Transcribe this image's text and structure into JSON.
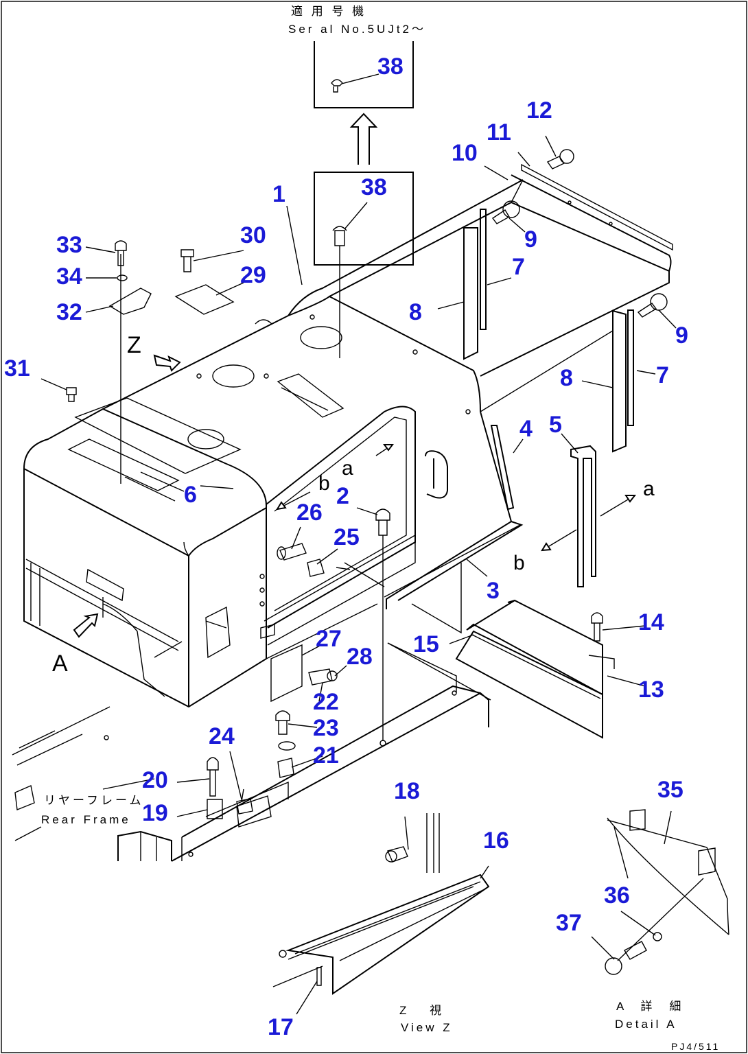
{
  "header": {
    "applicable_serial_jp": "適 用 号 機",
    "applicable_serial_en": "Ser al No.5UJt2～"
  },
  "callouts": {
    "c1": "1",
    "c2": "2",
    "c3": "3",
    "c4": "4",
    "c5": "5",
    "c6": "6",
    "c7a": "7",
    "c7b": "7",
    "c8a": "8",
    "c8b": "8",
    "c9a": "9",
    "c9b": "9",
    "c10": "10",
    "c11": "11",
    "c12": "12",
    "c13": "13",
    "c14": "14",
    "c15": "15",
    "c16": "16",
    "c17": "17",
    "c18": "18",
    "c19": "19",
    "c20": "20",
    "c21": "21",
    "c22": "22",
    "c23": "23",
    "c24": "24",
    "c25": "25",
    "c26": "26",
    "c27": "27",
    "c28": "28",
    "c29": "29",
    "c30": "30",
    "c31": "31",
    "c32": "32",
    "c33": "33",
    "c34": "34",
    "c35": "35",
    "c36": "36",
    "c37": "37",
    "c38a": "38",
    "c38b": "38"
  },
  "view_letters": {
    "z": "Z",
    "a_big": "A",
    "a1": "a",
    "a2": "a",
    "b1": "b",
    "b2": "b"
  },
  "labels": {
    "rear_frame_jp": "リヤーフレーム",
    "rear_frame_en": "Rear Frame",
    "view_z_jp": "Z　 視",
    "view_z_en": "View Z",
    "detail_a_jp": "A　詳　細",
    "detail_a_en": "Detail A",
    "drawing_code": "PJ4/511"
  },
  "colors": {
    "callout": "#1a1ad6",
    "line": "#000000",
    "background": "#ffffff"
  }
}
